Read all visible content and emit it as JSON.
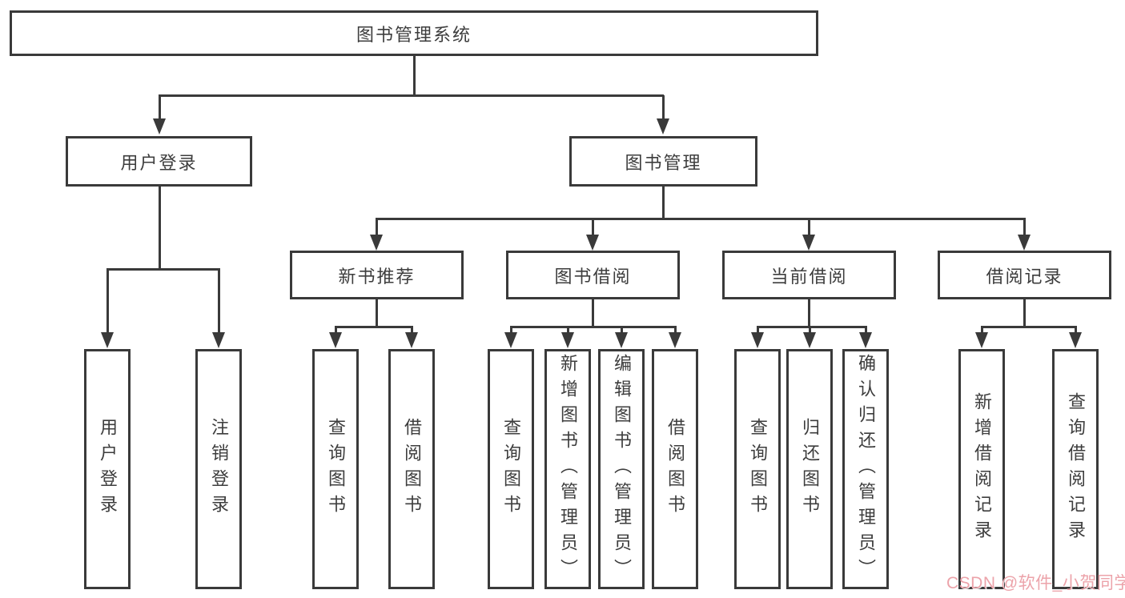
{
  "tree": {
    "root": "图书管理系统",
    "level2": [
      {
        "label": "用户登录",
        "children": [
          "用户登录",
          "注销登录"
        ]
      },
      {
        "label": "图书管理",
        "groups": [
          {
            "label": "新书推荐",
            "children": [
              "查询图书",
              "借阅图书"
            ]
          },
          {
            "label": "图书借阅",
            "children": [
              "查询图书",
              "新增图书（管理员）",
              "编辑图书（管理员）",
              "借阅图书"
            ]
          },
          {
            "label": "当前借阅",
            "children": [
              "查询图书",
              "归还图书",
              "确认归还（管理员）"
            ]
          },
          {
            "label": "借阅记录",
            "children": [
              "新增借阅记录",
              "查询借阅记录"
            ]
          }
        ]
      }
    ]
  },
  "watermark": {
    "text": "CSDN @软件_小贺同学"
  },
  "colors": {
    "line_color": "#3a3a3a",
    "text_color": "#3d3d3d",
    "box_fill": "#ffffff",
    "page_background": "#ffffff",
    "watermark_pink": "#eca3aa"
  }
}
